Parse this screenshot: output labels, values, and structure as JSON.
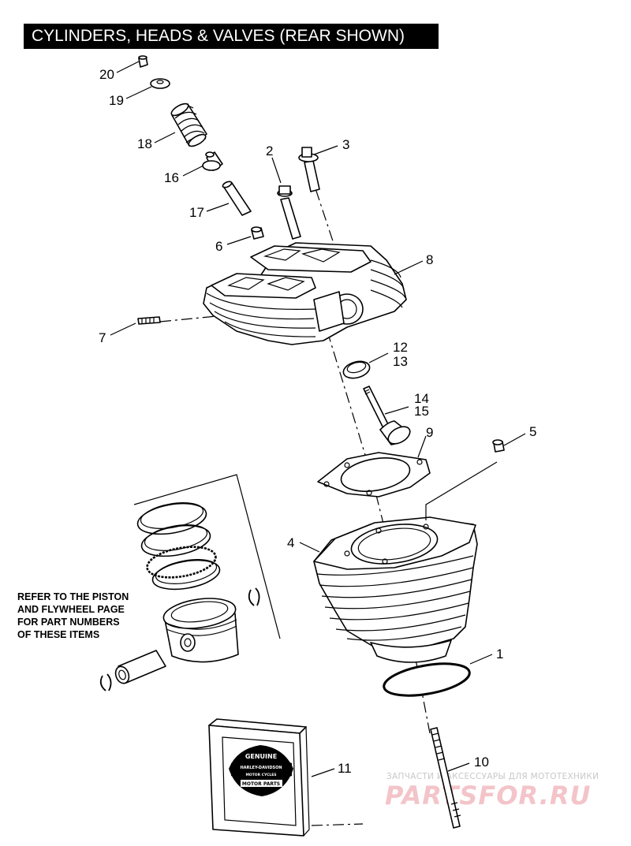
{
  "title": "CYLINDERS, HEADS & VALVES (REAR SHOWN)",
  "note_lines": [
    "REFER TO THE PISTON",
    "AND FLYWHEEL PAGE",
    "FOR PART NUMBERS",
    "OF THESE ITEMS"
  ],
  "callouts": {
    "c1": "1",
    "c2": "2",
    "c3": "3",
    "c4": "4",
    "c5": "5",
    "c6": "6",
    "c7": "7",
    "c8": "8",
    "c9": "9",
    "c10": "10",
    "c11": "11",
    "c12": "12",
    "c13": "13",
    "c14": "14",
    "c15": "15",
    "c16": "16",
    "c17": "17",
    "c18": "18",
    "c19": "19",
    "c20": "20"
  },
  "logo": {
    "top": "GENUINE",
    "brand": "HARLEY-DAVIDSON",
    "center": "MOTOR CYCLES",
    "bottom": "MOTOR PARTS"
  },
  "watermark": {
    "tagline": "ЗАПЧАСТИ И АКСЕССУАРЫ ДЛЯ МОТОТЕХНИКИ",
    "site": "PARTSFOR.RU"
  },
  "colors": {
    "ink": "#000000",
    "watermark": "#f3c4c9"
  }
}
